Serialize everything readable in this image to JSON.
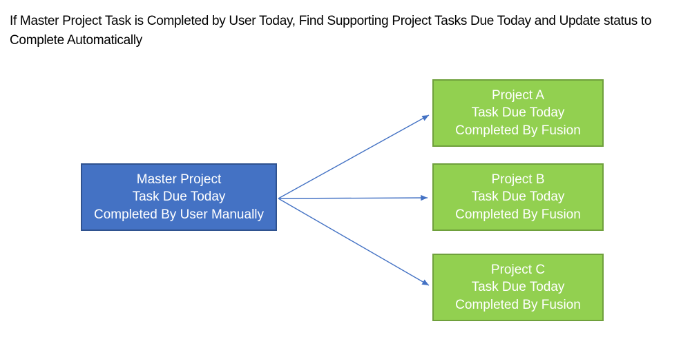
{
  "title": "If Master Project Task is Completed by User Today, Find Supporting Project Tasks Due Today and Update status to\nComplete Automatically",
  "diagram": {
    "master": {
      "lines": [
        "Master Project",
        "Task Due Today",
        "Completed By User Manually"
      ]
    },
    "projects": [
      {
        "lines": [
          "Project A",
          "Task Due Today",
          "Completed By Fusion"
        ]
      },
      {
        "lines": [
          "Project B",
          "Task Due Today",
          "Completed By Fusion"
        ]
      },
      {
        "lines": [
          "Project C",
          "Task Due Today",
          "Completed By Fusion"
        ]
      }
    ]
  },
  "colors": {
    "background": "#FFFFFF",
    "title_text": "#000000",
    "box_text": "#FFFFFF",
    "master_fill": "#4472C4",
    "master_border": "#2F528F",
    "project_fill": "#92D050",
    "project_border": "#6FA03C",
    "arrow": "#4472C4"
  }
}
